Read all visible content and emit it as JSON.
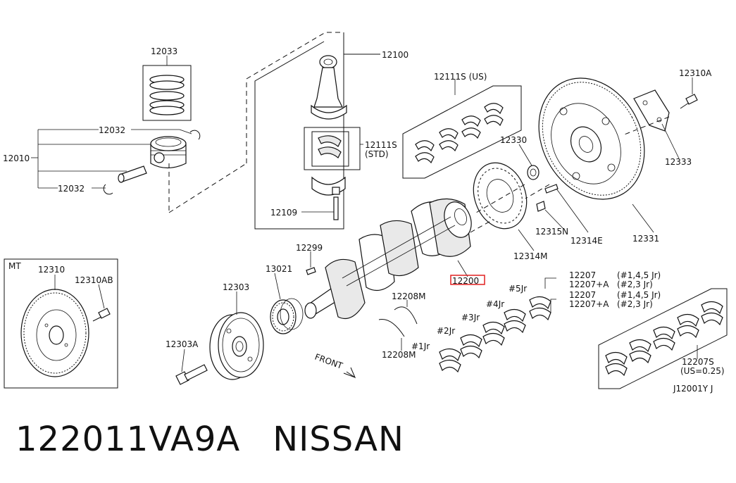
{
  "labels": {
    "p12033": "12033",
    "p12032a": "12032",
    "p12010": "12010",
    "p12032b": "12032",
    "p12100": "12100",
    "p12111s_std_num": "12111S",
    "p12111s_std_note": "(STD)",
    "p12109": "12109",
    "p12111s_us": "12111S (US)",
    "p12330": "12330",
    "p12310a": "12310A",
    "p12333": "12333",
    "p12315n": "12315N",
    "p12314e": "12314E",
    "p12331": "12331",
    "p12314m": "12314M",
    "p12200": "12200",
    "p12299": "12299",
    "p13021": "13021",
    "p12303": "12303",
    "p12208m_a": "12208M",
    "p12208m_b": "12208M",
    "p12303a": "12303A",
    "front": "FRONT",
    "mt": "MT",
    "p12310": "12310",
    "p12310ab": "12310AB",
    "jr5": "#5Jr",
    "jr4": "#4Jr",
    "jr3": "#3Jr",
    "jr2": "#2Jr",
    "jr1": "#1Jr",
    "p12207_1": "12207",
    "p12207_1_note": "(#1,4,5 Jr)",
    "p12207a_1": "12207+A",
    "p12207a_1_note": "(#2,3 Jr)",
    "p12207_2": "12207",
    "p12207_2_note": "(#1,4,5 Jr)",
    "p12207a_2": "12207+A",
    "p12207a_2_note": "(#2,3 Jr)",
    "p12207s": "12207S",
    "p12207s_note": "(US=0.25)",
    "diagram_code": "J12001Y J"
  },
  "footer": {
    "part_number": "122011VA9A",
    "brand": "NISSAN"
  },
  "colors": {
    "line": "#111111",
    "highlight": "#e02020",
    "background": "#ffffff"
  }
}
